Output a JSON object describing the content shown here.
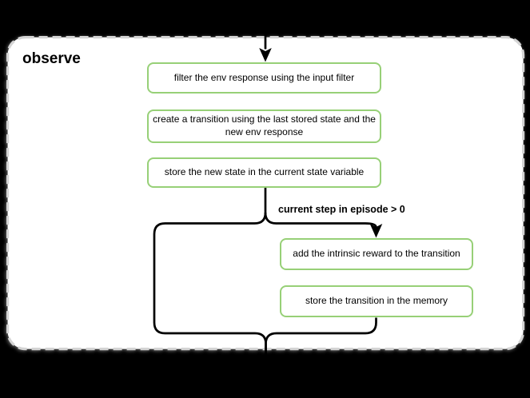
{
  "diagram": {
    "title": "observe",
    "nodes": [
      {
        "id": "filter-env-response",
        "label": "filter the env response using the input filter"
      },
      {
        "id": "create-transition",
        "label": "create a transition using the last stored state and the new env response"
      },
      {
        "id": "store-new-state",
        "label": "store the new state in the current state variable"
      },
      {
        "id": "add-intrinsic-reward",
        "label": "add the intrinsic reward to the transition"
      },
      {
        "id": "store-transition",
        "label": "store the transition in the memory"
      }
    ],
    "condition_label": "current step in episode > 0",
    "colors": {
      "background": "#000000",
      "container_fill": "#ffffff",
      "container_dashed_border": "#d4d4d4",
      "node_border": "#97d077",
      "node_fill": "#ffffff",
      "connector": "#000000",
      "text": "#000000"
    }
  }
}
